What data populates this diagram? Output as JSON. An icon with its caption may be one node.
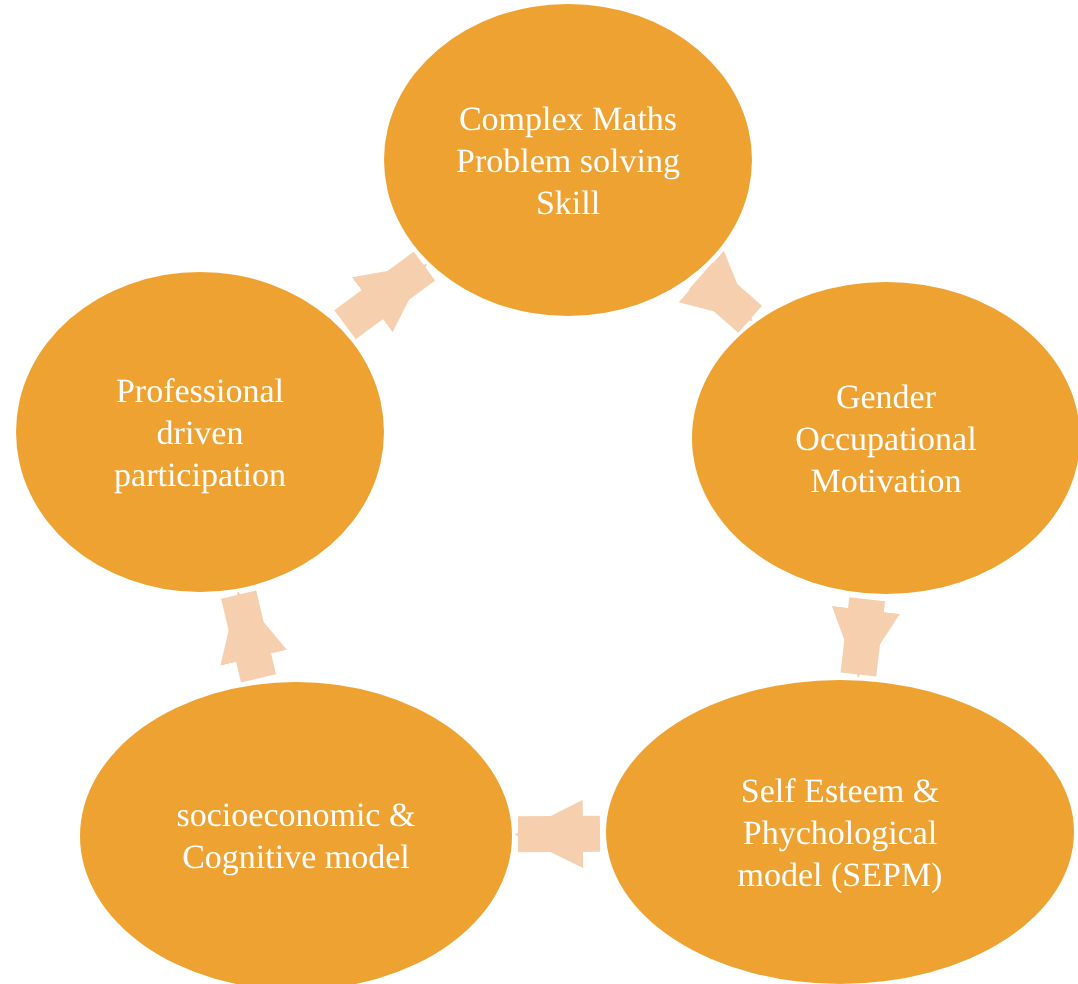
{
  "diagram": {
    "nodes": [
      {
        "text": [
          "Complex Maths Problem solving  Skill"
        ]
      },
      {
        "text": [
          "Gender Occupational Motivation"
        ]
      },
      {
        "text": [
          "Self Esteem & Phychological model (SEPM)"
        ]
      },
      {
        "text": [
          "socioeconomic & Cognitive model"
        ]
      },
      {
        "text": [
          "Professional driven participation"
        ]
      }
    ],
    "edges": [
      {
        "from": 0,
        "to": 1,
        "arrow": "to"
      },
      {
        "from": 1,
        "to": 2,
        "arrow": "to"
      },
      {
        "from": 2,
        "to": 3,
        "arrow": "to"
      },
      {
        "from": 3,
        "to": 4,
        "arrow": "to"
      },
      {
        "from": 4,
        "to": 0,
        "arrow": "to"
      }
    ]
  }
}
